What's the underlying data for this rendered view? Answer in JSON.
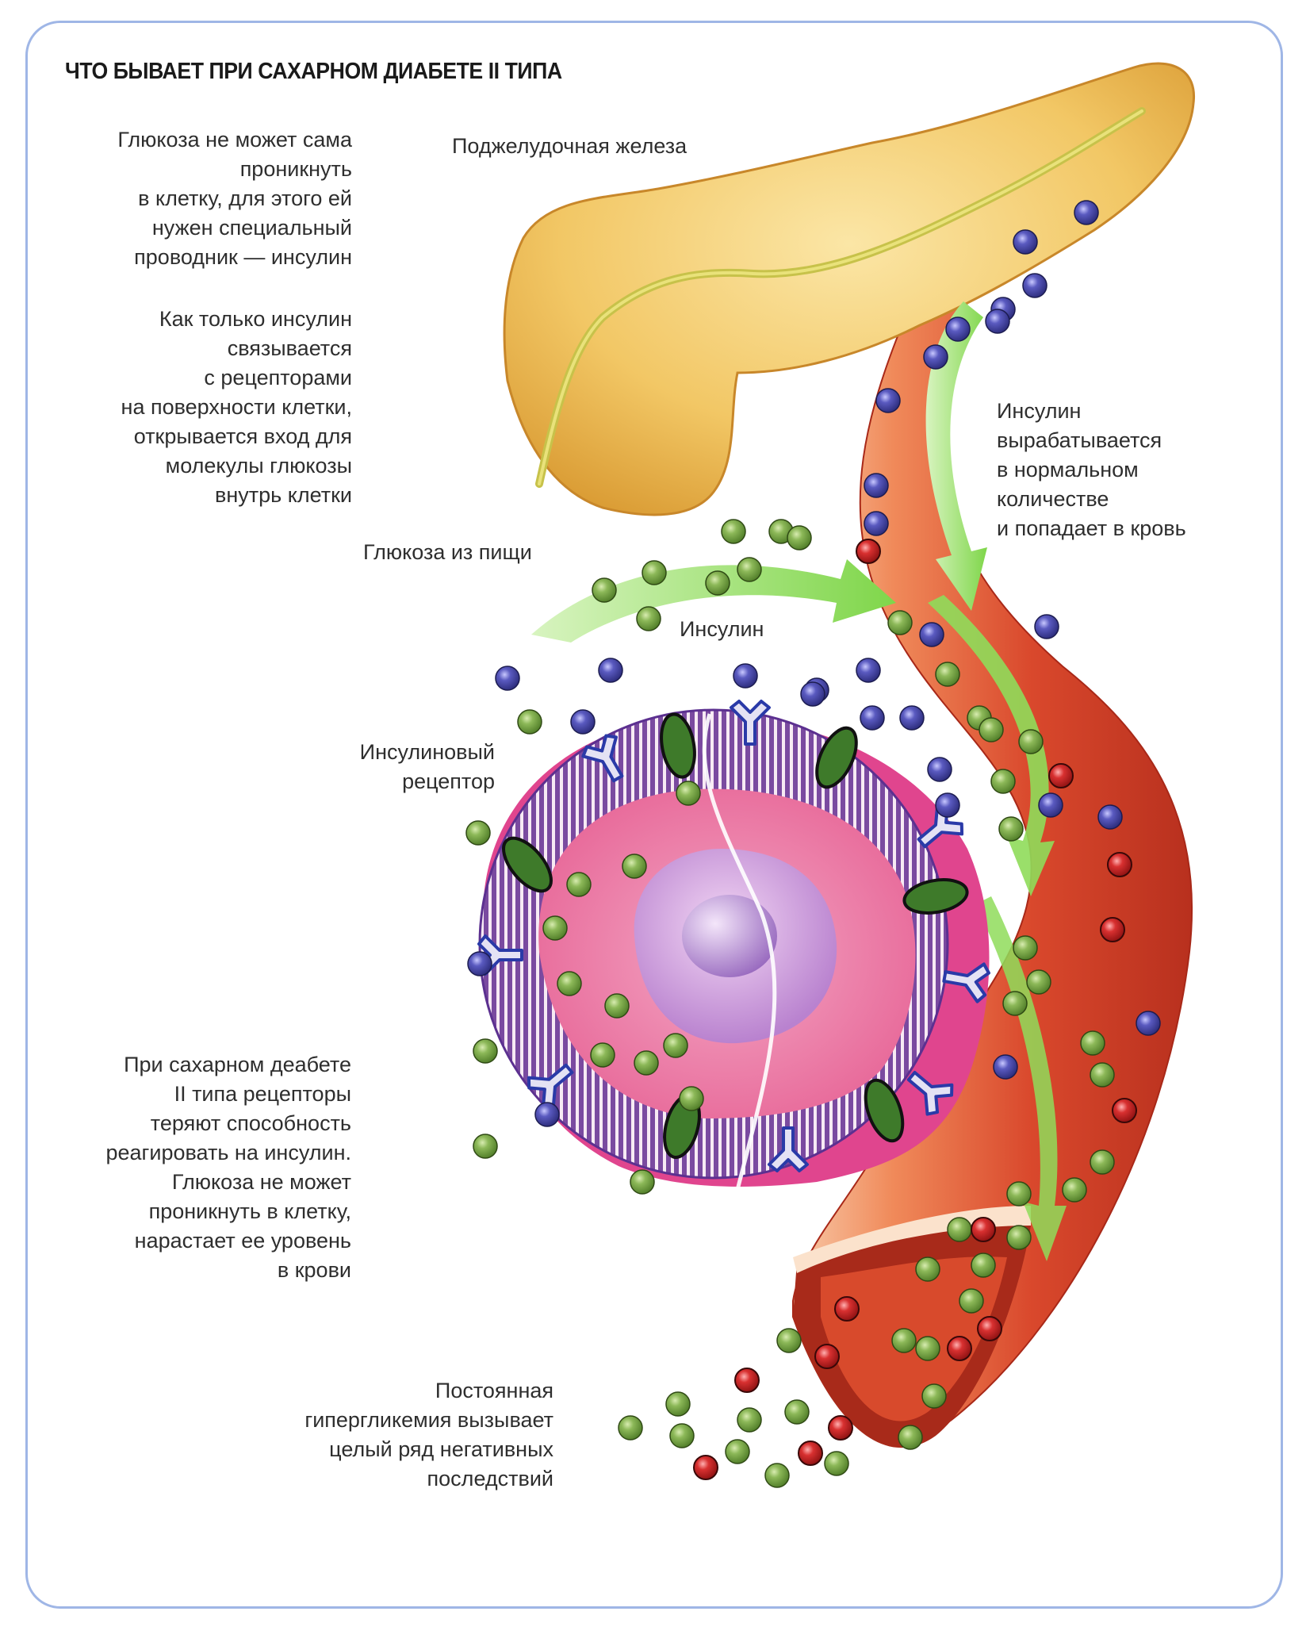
{
  "title": "ЧТО БЫВАЕТ ПРИ САХАРНОМ ДИАБЕТЕ II ТИПА",
  "labels": {
    "glucose_needs_insulin": "Глюкоза не может сама\nпроникнуть\nв клетку, для этого ей\nнужен специальный\nпроводник — инсулин",
    "insulin_binds": "Как только инсулин\nсвязывается\nс рецепторами\nна поверхности клетки,\nоткрывается вход для\nмолекулы глюкозы\nвнутрь клетки",
    "pancreas": "Поджелудочная железа",
    "insulin_produced": "Инсулин\nвырабатывается\nв нормальном\nколичестве\nи попадает в кровь",
    "glucose_from_food": "Глюкоза из пищи",
    "insulin": "Инсулин",
    "insulin_receptor": "Инсулиновый\nрецептор",
    "type2_receptors": "При сахарном деабете\nII типа рецепторы\nтеряют способность\nреагировать на инсулин.\nГлюкоза не может\nпроникнуть в клетку,\nнарастает ее уровень\nв крови",
    "hyperglycemia": "Постоянная\nгипергликемия вызывает\nцелый ряд негативных\nпоследствий"
  },
  "legend_colors": {
    "glucose": "#6e9a3a",
    "insulin": "#4a4aa8",
    "red_cell": "#c8262a",
    "pancreas": "#f0c060",
    "vessel": "#d4482c",
    "cell_cytoplasm": "#ec6fa0",
    "nucleus": "#c890d8",
    "arrow": "#8fdc5a",
    "frame": "#9fb6e6"
  }
}
